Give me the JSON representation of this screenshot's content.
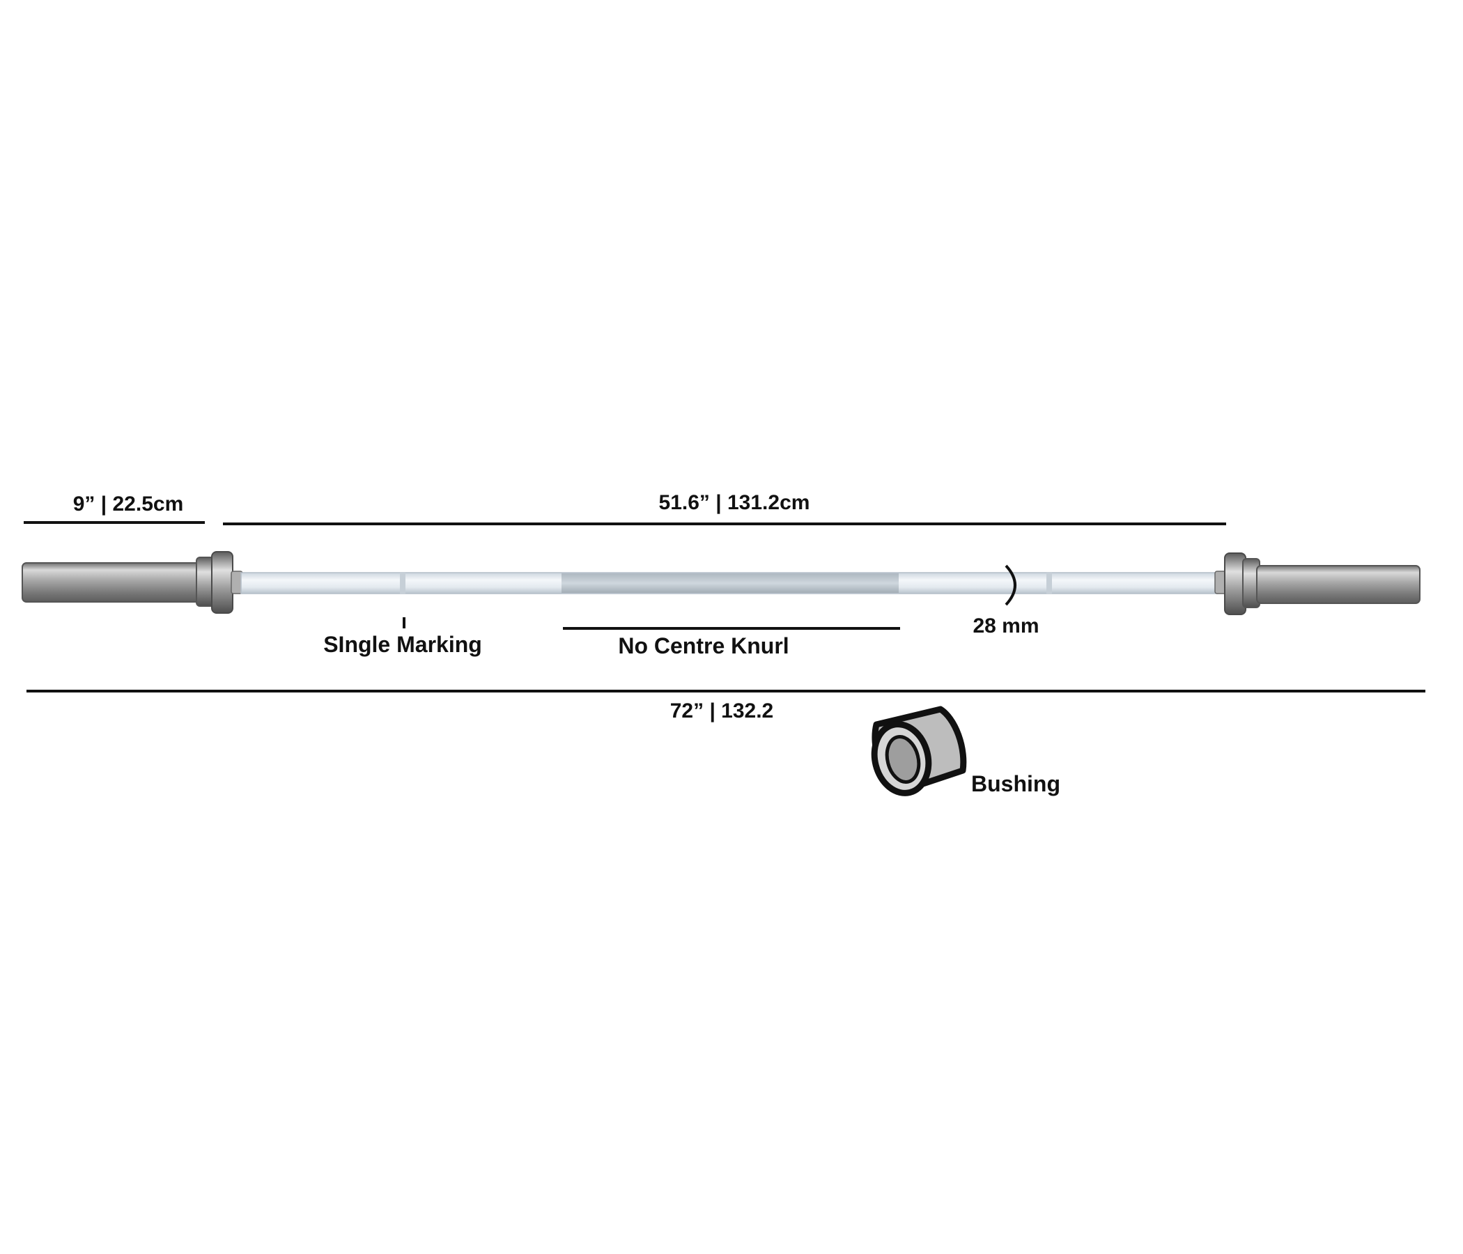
{
  "labels": {
    "sleeve_length": "9” | 22.5cm",
    "shaft_length": "51.6” | 131.2cm",
    "single_marking": "SIngle Marking",
    "no_centre_knurl": "No Centre Knurl",
    "shaft_diameter": "28 mm",
    "total_length": "72” | 132.2",
    "bushing": "Bushing"
  },
  "icons": {
    "barbell": "barbell-icon",
    "bushing": "bushing-icon"
  },
  "colors": {
    "line": "#111111",
    "shaft": "#e9eef3",
    "sleeve": "#9a9a9a",
    "bushing": "#bdbdbd"
  }
}
